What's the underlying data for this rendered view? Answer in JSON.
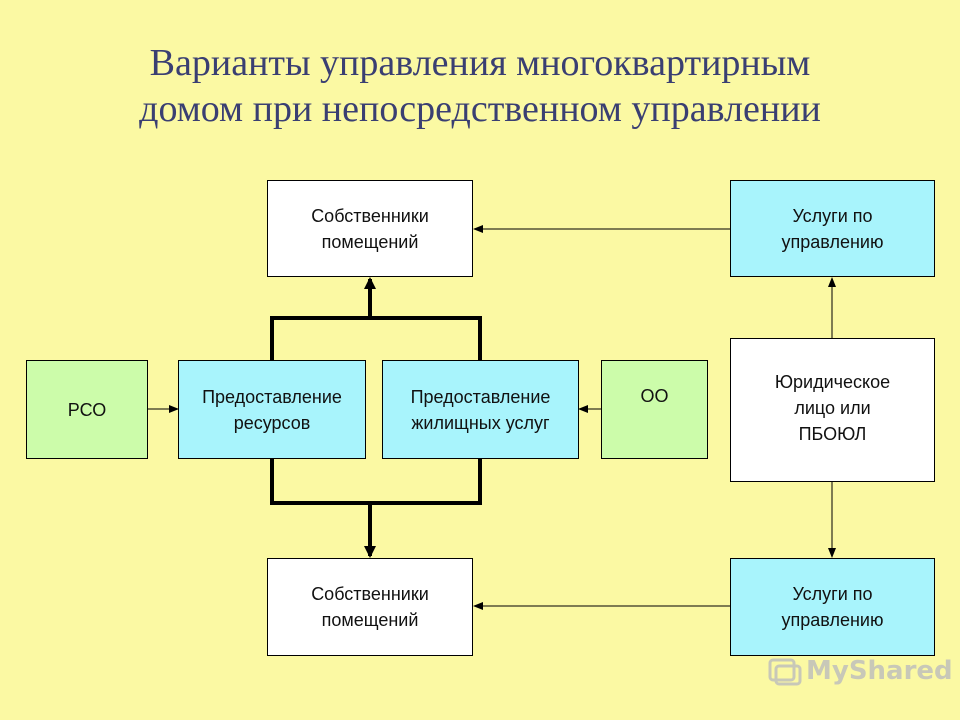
{
  "title": {
    "line1": "Варианты управления многоквартирным",
    "line2": "домом при непосредственном управлении"
  },
  "nodes": {
    "owners_top": "Собственники\nпомещений",
    "mgmt_top": "Услуги по\nуправлению",
    "rso": "РСО",
    "resources": "Предоставление\nресурсов",
    "housing": "Предоставление\nжилищных услуг",
    "oo": "ОО",
    "legal": "Юридическое\nлицо или\nПБОЮЛ",
    "owners_bottom": "Собственники\nпомещений",
    "mgmt_bottom": "Услуги по\nуправлению"
  },
  "colors": {
    "background": "#fbf9a3",
    "title": "#3a3f72",
    "cyan_box": "#a8f4fc",
    "green_box": "#ccfcaa",
    "white_box": "#ffffff"
  },
  "watermark": {
    "text": "MyShared",
    "icon": "myshared-logo-icon"
  }
}
